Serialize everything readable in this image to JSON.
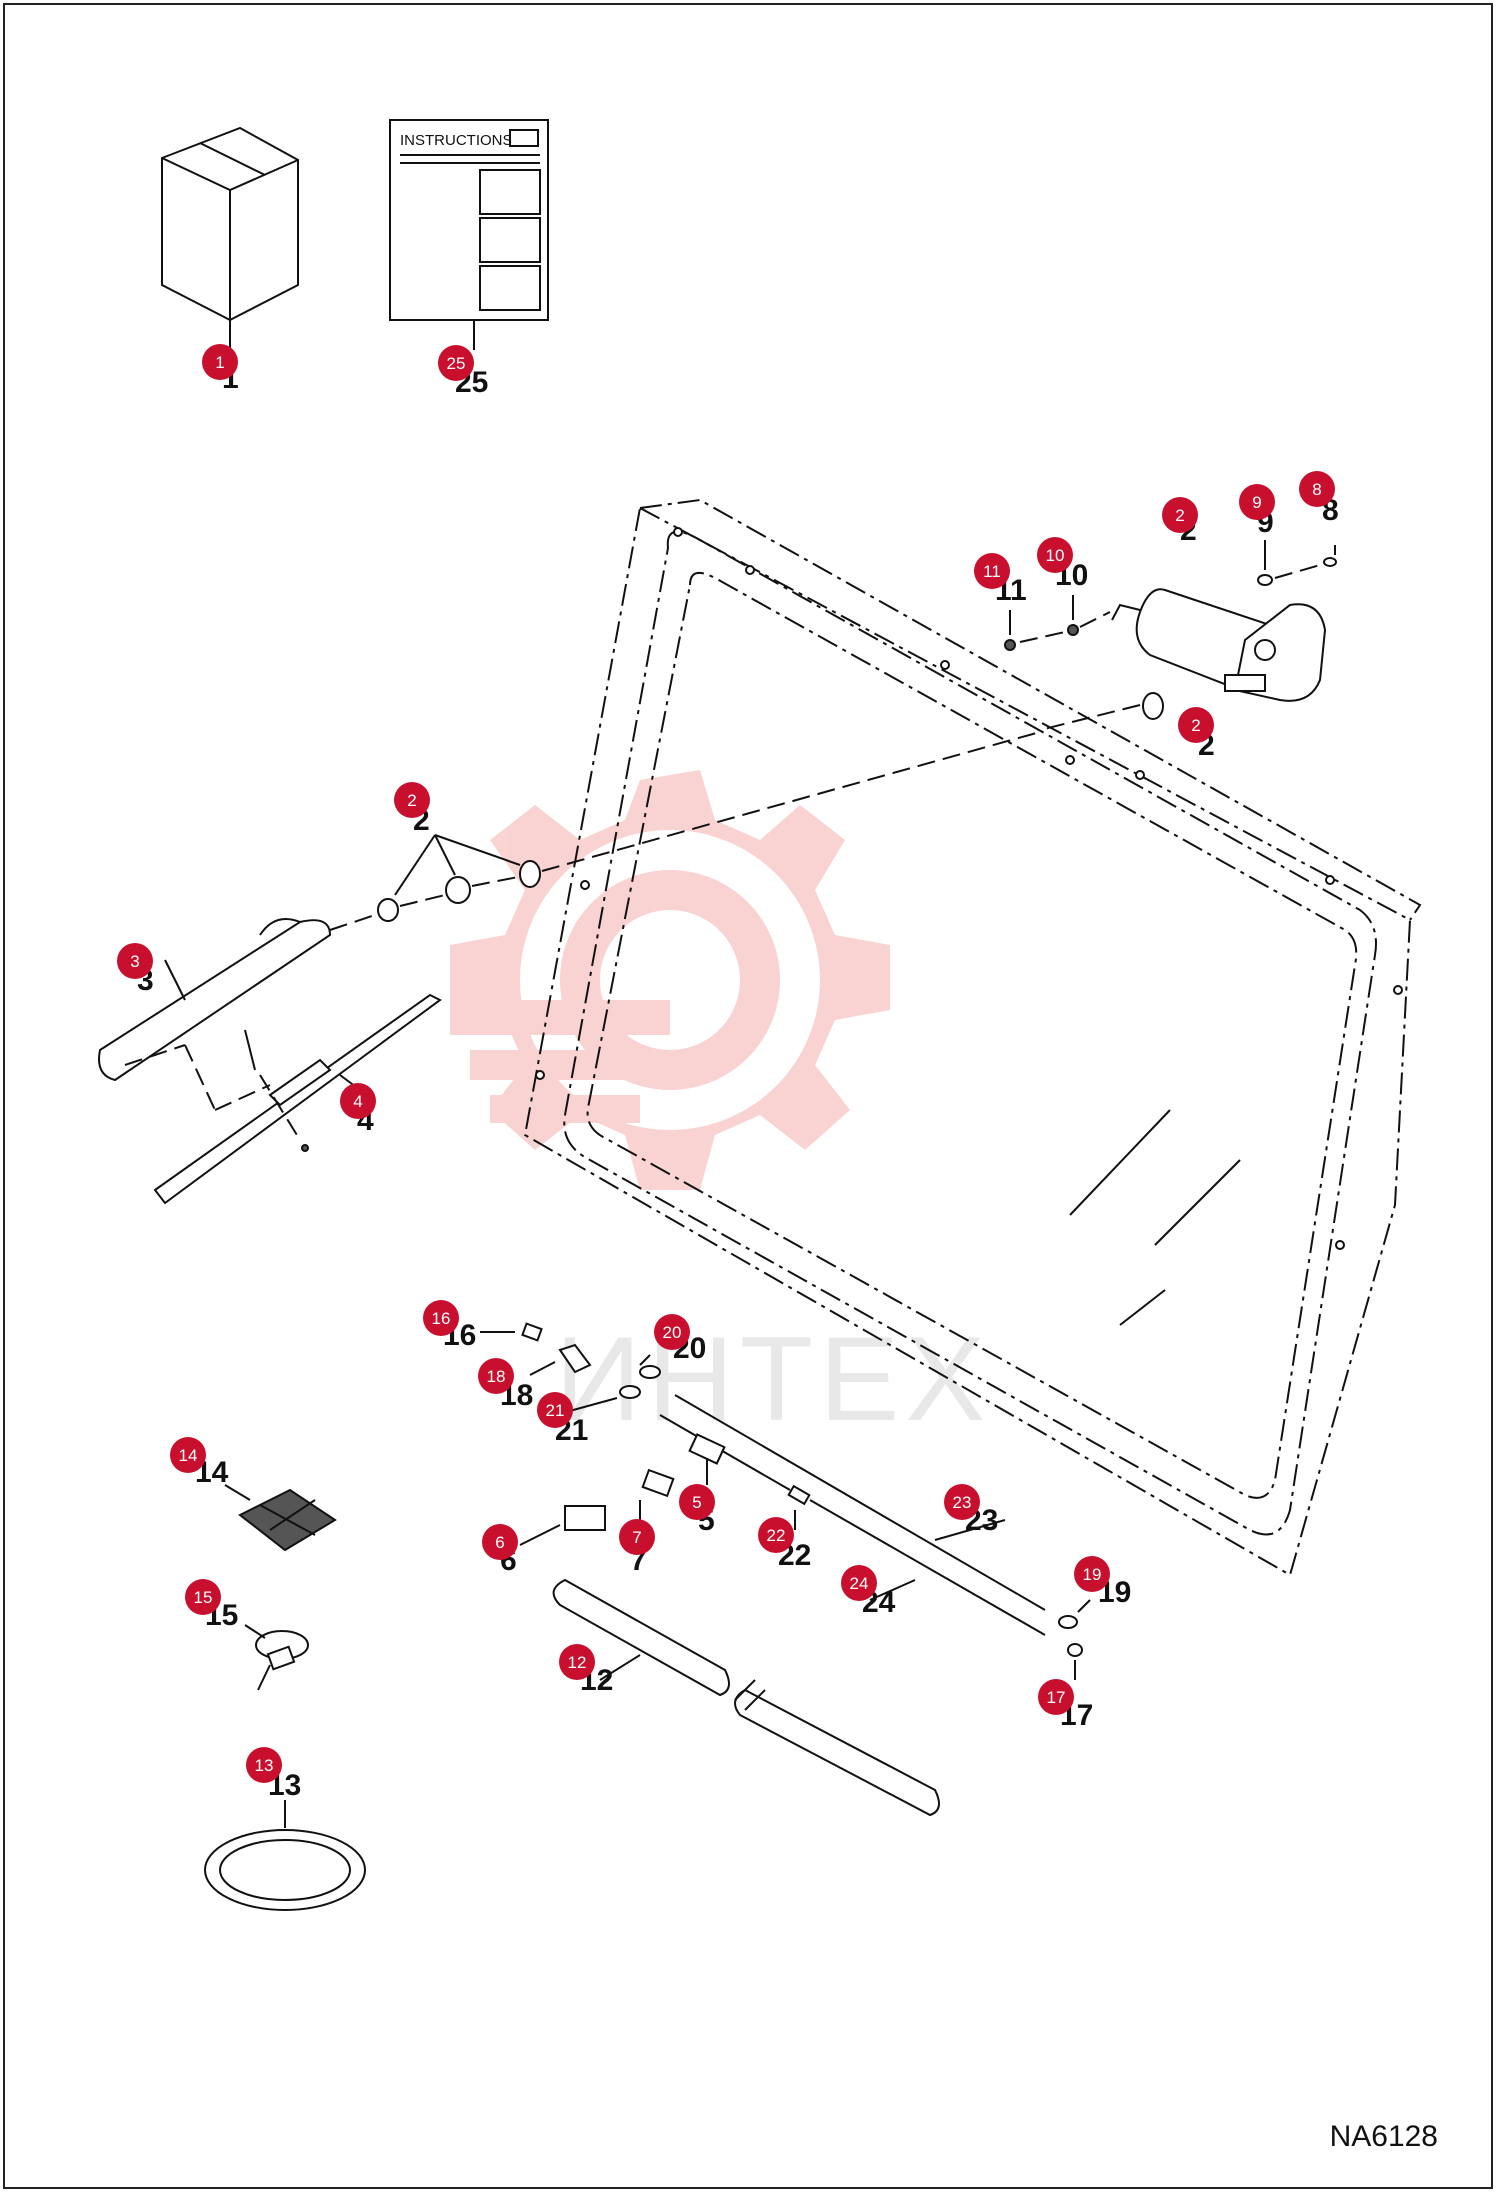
{
  "drawing_code": "NA6128",
  "instructions_sheet_title": "INSTRUCTIONS",
  "watermark_text": "ИНТЕХ",
  "colors": {
    "callout": "#c8102e",
    "watermark": "#f4a6a6",
    "line": "#111111"
  },
  "callouts": [
    {
      "id": "1",
      "label": "1"
    },
    {
      "id": "25",
      "label": "25"
    },
    {
      "id": "2a",
      "label": "2"
    },
    {
      "id": "9",
      "label": "9"
    },
    {
      "id": "8",
      "label": "8"
    },
    {
      "id": "11",
      "label": "11"
    },
    {
      "id": "10",
      "label": "10"
    },
    {
      "id": "2b",
      "label": "2"
    },
    {
      "id": "2c",
      "label": "2"
    },
    {
      "id": "3",
      "label": "3"
    },
    {
      "id": "4",
      "label": "4"
    },
    {
      "id": "16",
      "label": "16"
    },
    {
      "id": "20",
      "label": "20"
    },
    {
      "id": "18",
      "label": "18"
    },
    {
      "id": "21",
      "label": "21"
    },
    {
      "id": "14",
      "label": "14"
    },
    {
      "id": "5",
      "label": "5"
    },
    {
      "id": "23",
      "label": "23"
    },
    {
      "id": "6",
      "label": "6"
    },
    {
      "id": "7",
      "label": "7"
    },
    {
      "id": "22",
      "label": "22"
    },
    {
      "id": "24",
      "label": "24"
    },
    {
      "id": "19",
      "label": "19"
    },
    {
      "id": "15",
      "label": "15"
    },
    {
      "id": "12",
      "label": "12"
    },
    {
      "id": "17",
      "label": "17"
    },
    {
      "id": "13",
      "label": "13"
    }
  ],
  "part_numbers": [
    {
      "id": "1",
      "text": "1"
    },
    {
      "id": "25",
      "text": "25"
    },
    {
      "id": "2a",
      "text": "2"
    },
    {
      "id": "9",
      "text": "9"
    },
    {
      "id": "8",
      "text": "8"
    },
    {
      "id": "11",
      "text": "11"
    },
    {
      "id": "10",
      "text": "10"
    },
    {
      "id": "2b",
      "text": "2"
    },
    {
      "id": "2c",
      "text": "2"
    },
    {
      "id": "3",
      "text": "3"
    },
    {
      "id": "4",
      "text": "4"
    },
    {
      "id": "16",
      "text": "16"
    },
    {
      "id": "20",
      "text": "20"
    },
    {
      "id": "18",
      "text": "18"
    },
    {
      "id": "21",
      "text": "21"
    },
    {
      "id": "14",
      "text": "14"
    },
    {
      "id": "5",
      "text": "5"
    },
    {
      "id": "23",
      "text": "23"
    },
    {
      "id": "6",
      "text": "6"
    },
    {
      "id": "7",
      "text": "7"
    },
    {
      "id": "22",
      "text": "22"
    },
    {
      "id": "24",
      "text": "24"
    },
    {
      "id": "19",
      "text": "19"
    },
    {
      "id": "15",
      "text": "15"
    },
    {
      "id": "12",
      "text": "12"
    },
    {
      "id": "17",
      "text": "17"
    },
    {
      "id": "13",
      "text": "13"
    }
  ]
}
